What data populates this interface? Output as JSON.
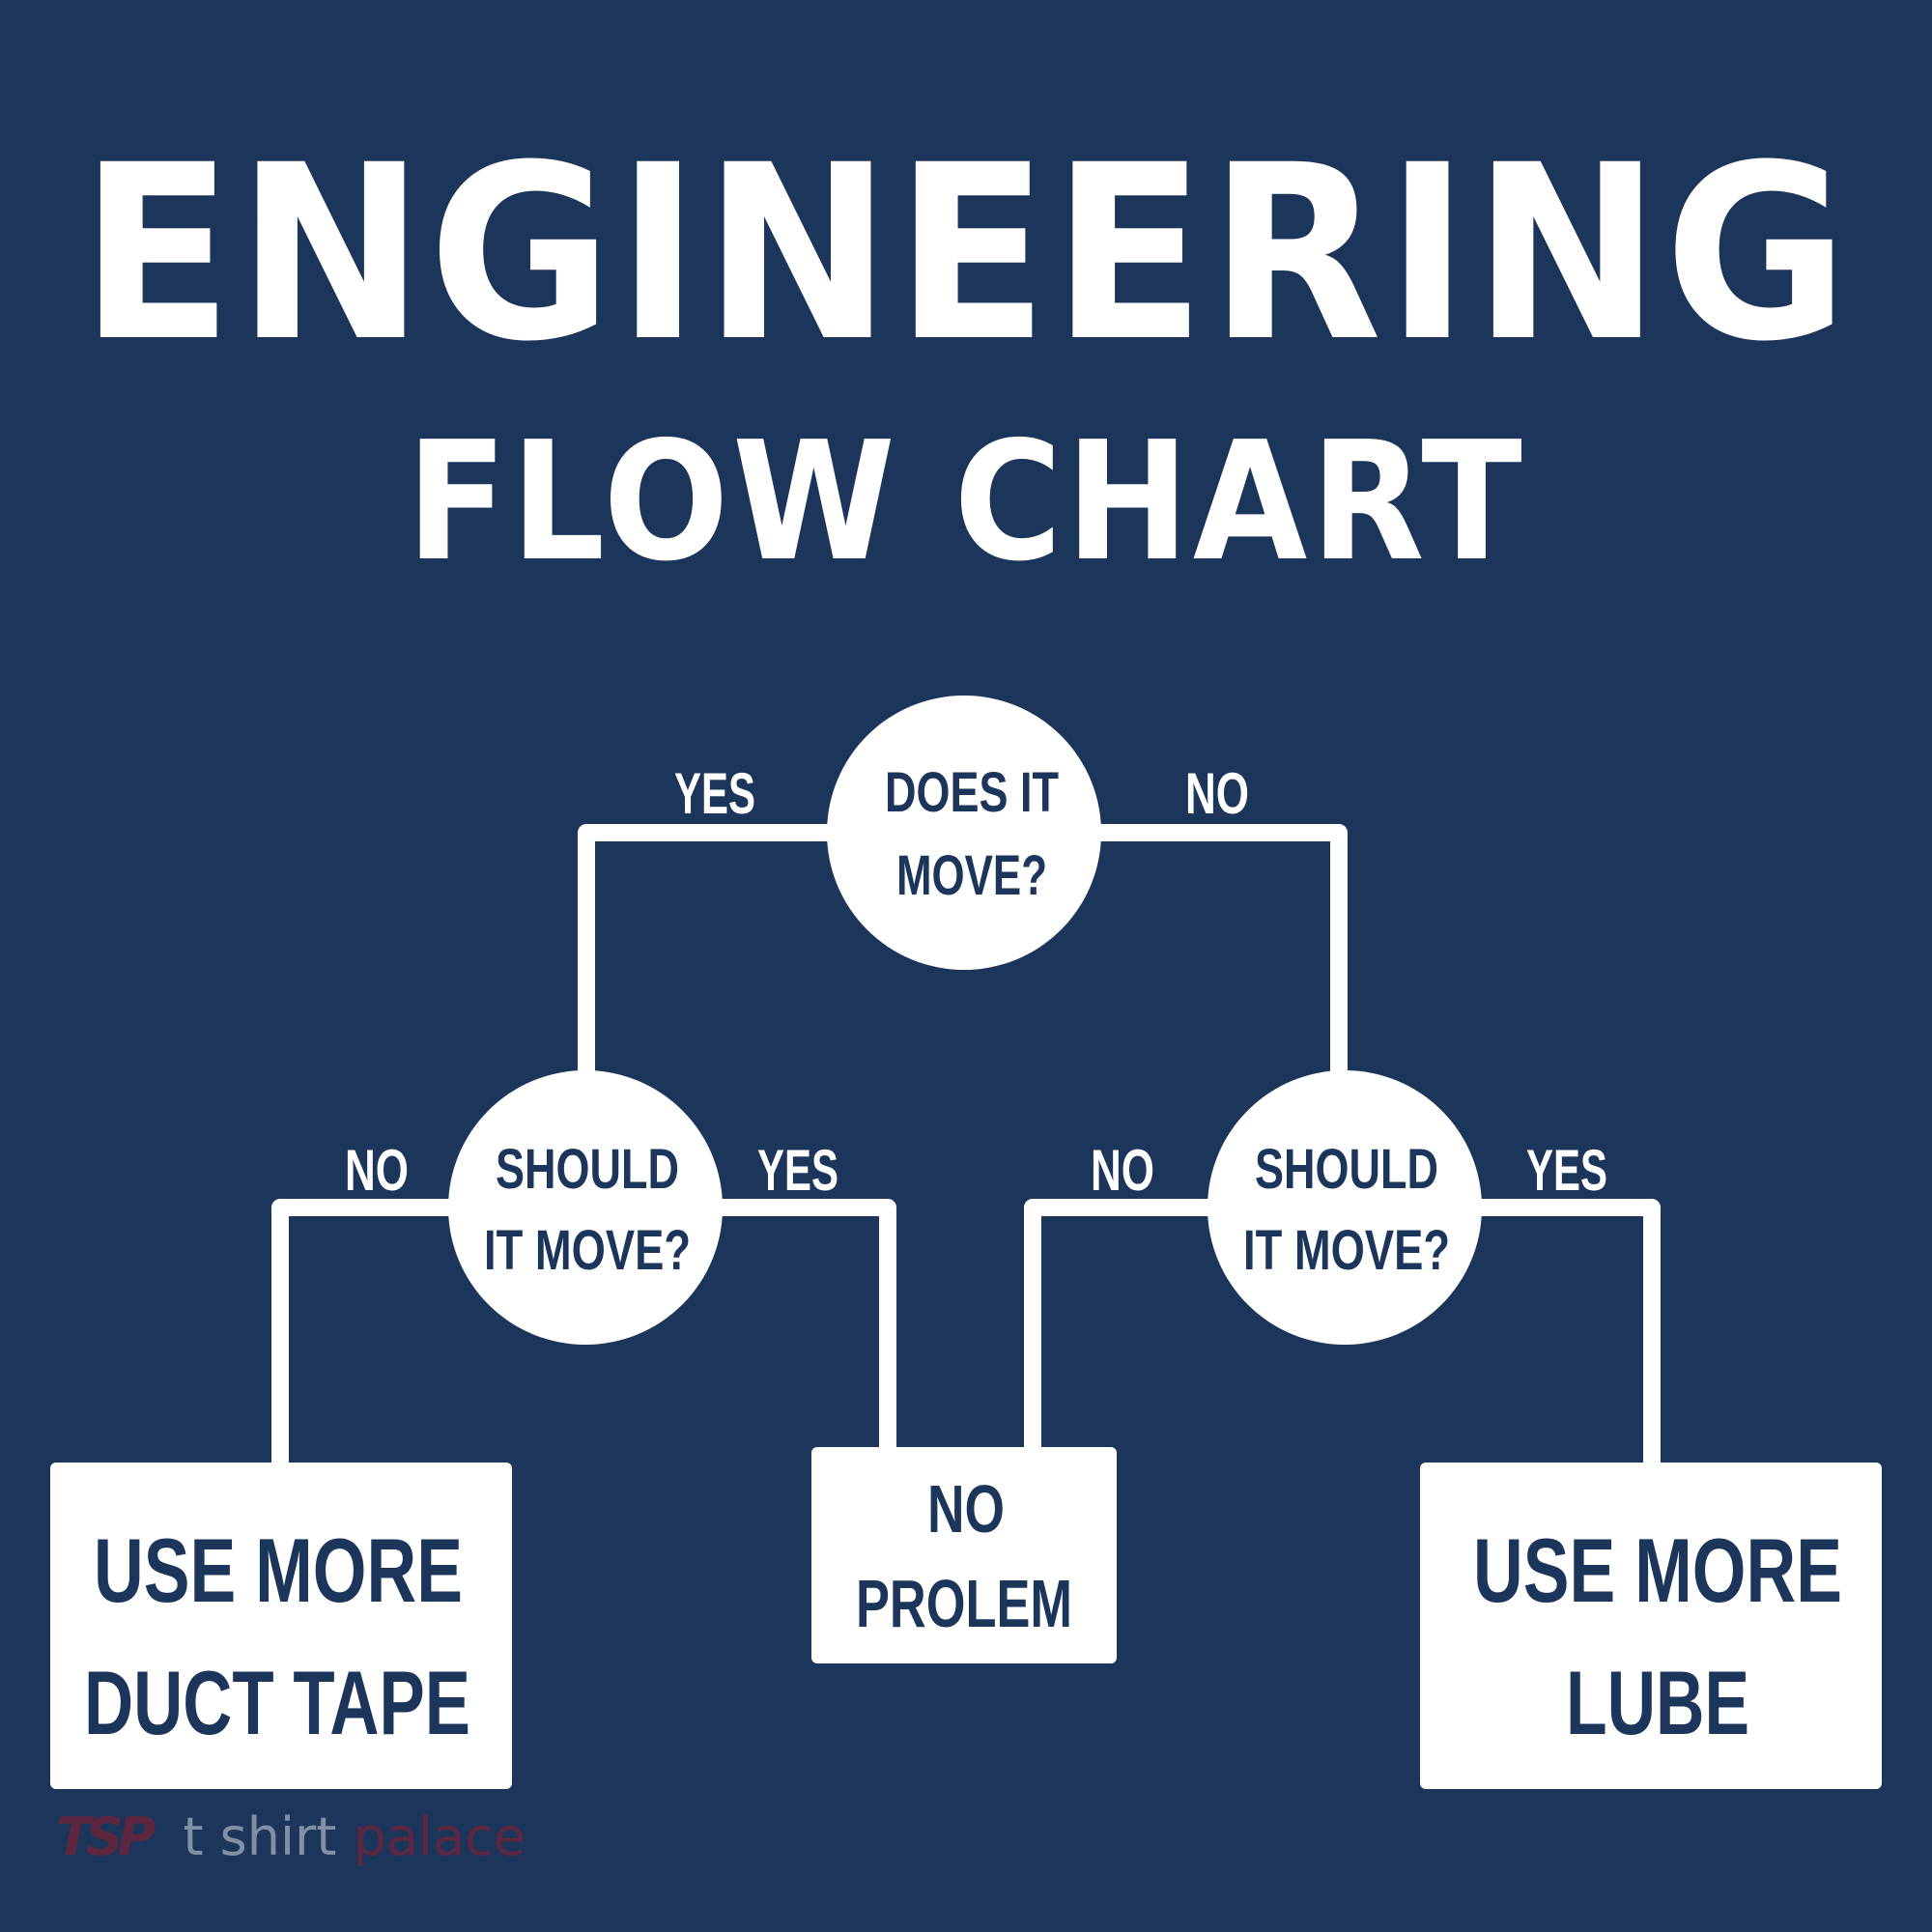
{
  "title": {
    "line1": "ENGINEERING",
    "line2": "FLOW CHART"
  },
  "colors": {
    "background": "#1b355b",
    "foreground": "#ffffff",
    "node_text": "#1b355b",
    "watermark_red": "#8a1f2e"
  },
  "nodes": {
    "does_it_move": {
      "lines": [
        "DOES IT",
        "MOVE?"
      ]
    },
    "should_it_move_left": {
      "lines": [
        "SHOULD",
        "IT MOVE?"
      ]
    },
    "should_it_move_right": {
      "lines": [
        "SHOULD",
        "IT MOVE?"
      ]
    },
    "duct_tape": {
      "lines": [
        "USE MORE",
        "DUCT TAPE"
      ]
    },
    "no_problem": {
      "lines": [
        "NO",
        "PROLEM"
      ]
    },
    "lube": {
      "lines": [
        "USE MORE",
        "LUBE"
      ]
    }
  },
  "labels": {
    "top_yes": "YES",
    "top_no": "NO",
    "left_no": "NO",
    "left_yes": "YES",
    "right_no": "NO",
    "right_yes": "YES"
  },
  "watermark": {
    "logo": "TSP",
    "t": "t",
    "shirt": "shirt",
    "palace": "palace"
  }
}
